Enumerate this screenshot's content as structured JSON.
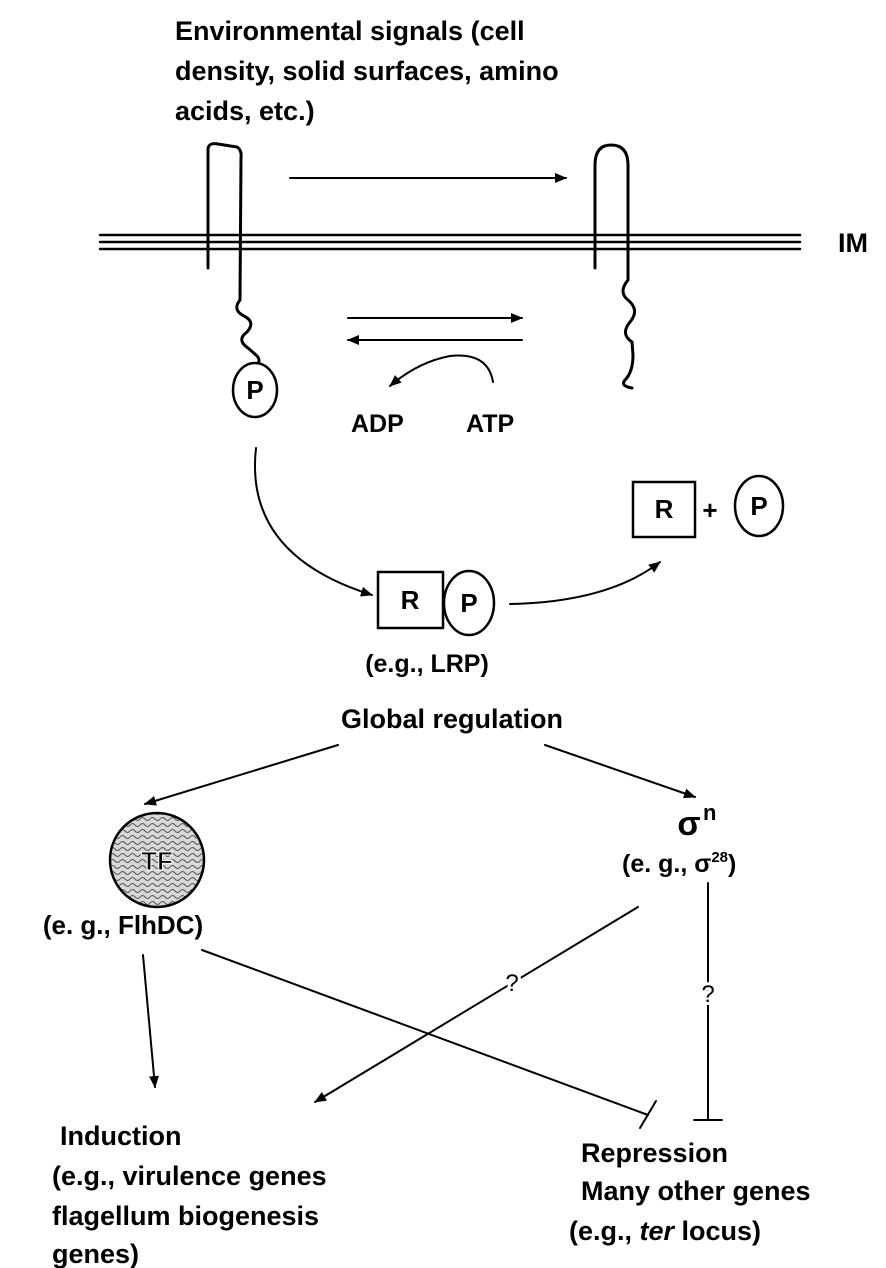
{
  "title_lines": [
    "Environmental signals (cell",
    "density, solid surfaces, amino",
    "acids, etc.)"
  ],
  "membrane_label": "IM",
  "phospho_symbol": "P",
  "adp": "ADP",
  "atp": "ATP",
  "regulator_symbol": "R",
  "plus": "+",
  "regulator_example": "(e.g., LRP)",
  "global_regulation": "Global regulation",
  "tf_symbol": "TF",
  "tf_example": "(e. g., FlhDC)",
  "sigma_symbol": "σ",
  "sigma_superscript": "n",
  "sigma_example_prefix": "(e. g., σ",
  "sigma_example_sup": "28",
  "sigma_example_suffix": ")",
  "question_mark": "?",
  "induction_lines": [
    "Induction",
    "(e.g., virulence genes",
    "flagellum biogenesis",
    "genes)"
  ],
  "repression_lines": [
    "Repression",
    "Many other genes"
  ],
  "repression_example_prefix": "(e.g., ",
  "repression_example_italic": "ter",
  "repression_example_suffix": " locus)"
}
